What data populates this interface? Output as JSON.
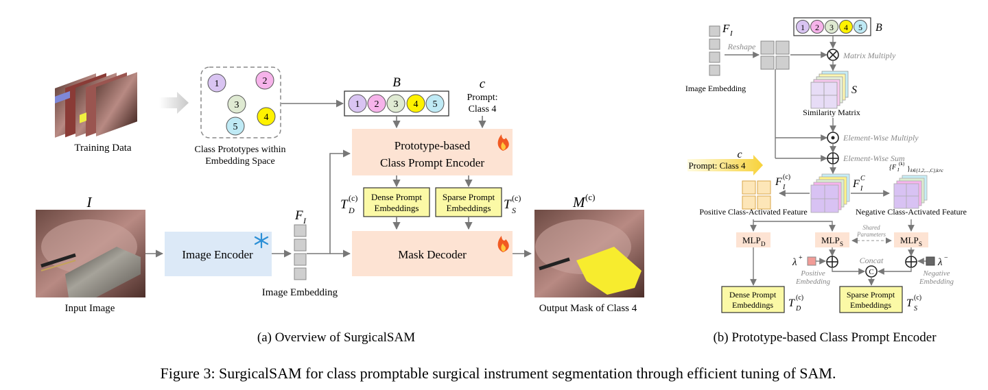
{
  "caption": "Figure 3: SurgicalSAM for class promptable surgical instrument segmentation through efficient tuning of SAM.",
  "panel_a": {
    "subcaption": "(a) Overview of SurgicalSAM",
    "training_data_label": "Training Data",
    "prototypes_label_1": "Class Prototypes within",
    "prototypes_label_2": "Embedding Space",
    "proto_circles": [
      "1",
      "2",
      "3",
      "4",
      "5"
    ],
    "b_label": "B",
    "c_label": "c",
    "prompt_label_1": "Prompt:",
    "prompt_label_2": "Class 4",
    "encoder_label_1": "Prototype-based",
    "encoder_label_2": "Class Prompt Encoder",
    "dense_label_1": "Dense Prompt",
    "dense_label_2": "Embeddings",
    "sparse_label_1": "Sparse Prompt",
    "sparse_label_2": "Embeddings",
    "td_label": "T_D^(c)",
    "ts_label": "T_S^(c)",
    "i_label": "I",
    "input_image_label": "Input Image",
    "image_encoder_label": "Image Encoder",
    "fi_label": "F_I",
    "image_embedding_label": "Image Embedding",
    "mask_decoder_label": "Mask Decoder",
    "m_label": "M^(c)",
    "output_label": "Output Mask of Class 4"
  },
  "panel_b": {
    "subcaption": "(b) Prototype-based Class Prompt Encoder",
    "fi_label": "F_I",
    "image_embedding_label": "Image Embedding",
    "reshape_label": "Reshape",
    "b_label": "B",
    "proto_circles": [
      "1",
      "2",
      "3",
      "4",
      "5"
    ],
    "matrix_multiply_label": "Matrix Multiply",
    "s_label": "S",
    "similarity_label": "Similarity Matrix",
    "elem_mult_label": "Element-Wise Multiply",
    "elem_sum_label": "Element-Wise Sum",
    "c_label": "c",
    "prompt_label": "Prompt: Class 4",
    "fic_label": "F_I^(c)",
    "fi_all_label": "F_I^C",
    "neg_set_label": "{F_I^(k)} k∈{1,2,...,C}, k≠c",
    "pos_feature_label": "Positive Class-Activated Feature",
    "neg_feature_label": "Negative Class-Activated Feature",
    "mlp_d_label": "MLP_D",
    "mlp_s_label": "MLP_S",
    "mlp_s2_label": "MLP_S",
    "shared_label_1": "Shared",
    "shared_label_2": "Parameters",
    "lambda_pos_label": "λ+",
    "lambda_neg_label": "λ−",
    "pos_emb_label_1": "Positive",
    "pos_emb_label_2": "Embedding",
    "neg_emb_label_1": "Negative",
    "neg_emb_label_2": "Embedding",
    "concat_label": "Concat",
    "dense_label_1": "Dense Prompt",
    "dense_label_2": "Embeddings",
    "sparse_label_1": "Sparse Prompt",
    "sparse_label_2": "Embeddings",
    "td_label": "T_D^(c)",
    "ts_label": "T_S^(c)"
  },
  "colors": {
    "proto_fills": [
      "#d9c4f2",
      "#f6b3ea",
      "#dfead2",
      "#fff200",
      "#bfeaf5"
    ],
    "encoder_fill": "#fde3d3",
    "image_encoder_fill": "#dce9f7",
    "embedding_fill": "#fbf9a6",
    "arrow": "#777777"
  }
}
